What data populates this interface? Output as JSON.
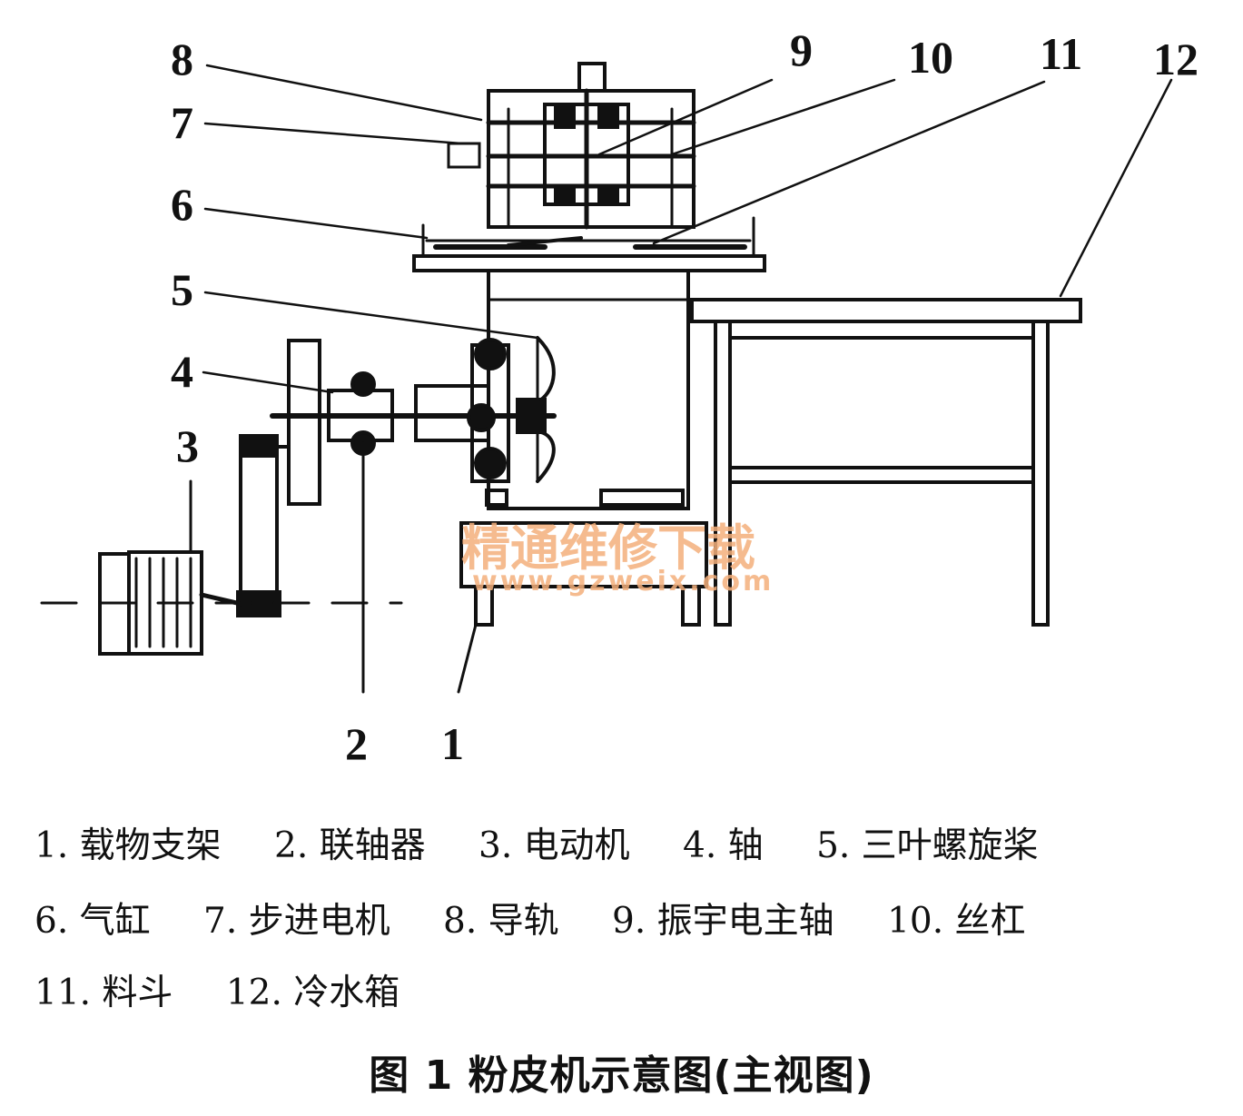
{
  "diagram": {
    "numbers": {
      "n1": "1",
      "n2": "2",
      "n3": "3",
      "n4": "4",
      "n5": "5",
      "n6": "6",
      "n7": "7",
      "n8": "8",
      "n9": "9",
      "n10": "10",
      "n11": "11",
      "n12": "12"
    },
    "watermark": {
      "text_cn": "精通维修下载",
      "text_url": "www.gzweix.com"
    }
  },
  "legend": {
    "items": [
      "1. 载物支架",
      "2. 联轴器",
      "3. 电动机",
      "4. 轴",
      "5. 三叶螺旋桨",
      "6. 气缸",
      "7. 步进电机",
      "8. 导轨",
      "9. 振宇电主轴",
      "10. 丝杠",
      "11. 料斗",
      "12. 冷水箱"
    ]
  },
  "caption": "图 1 粉皮机示意图(主视图)"
}
